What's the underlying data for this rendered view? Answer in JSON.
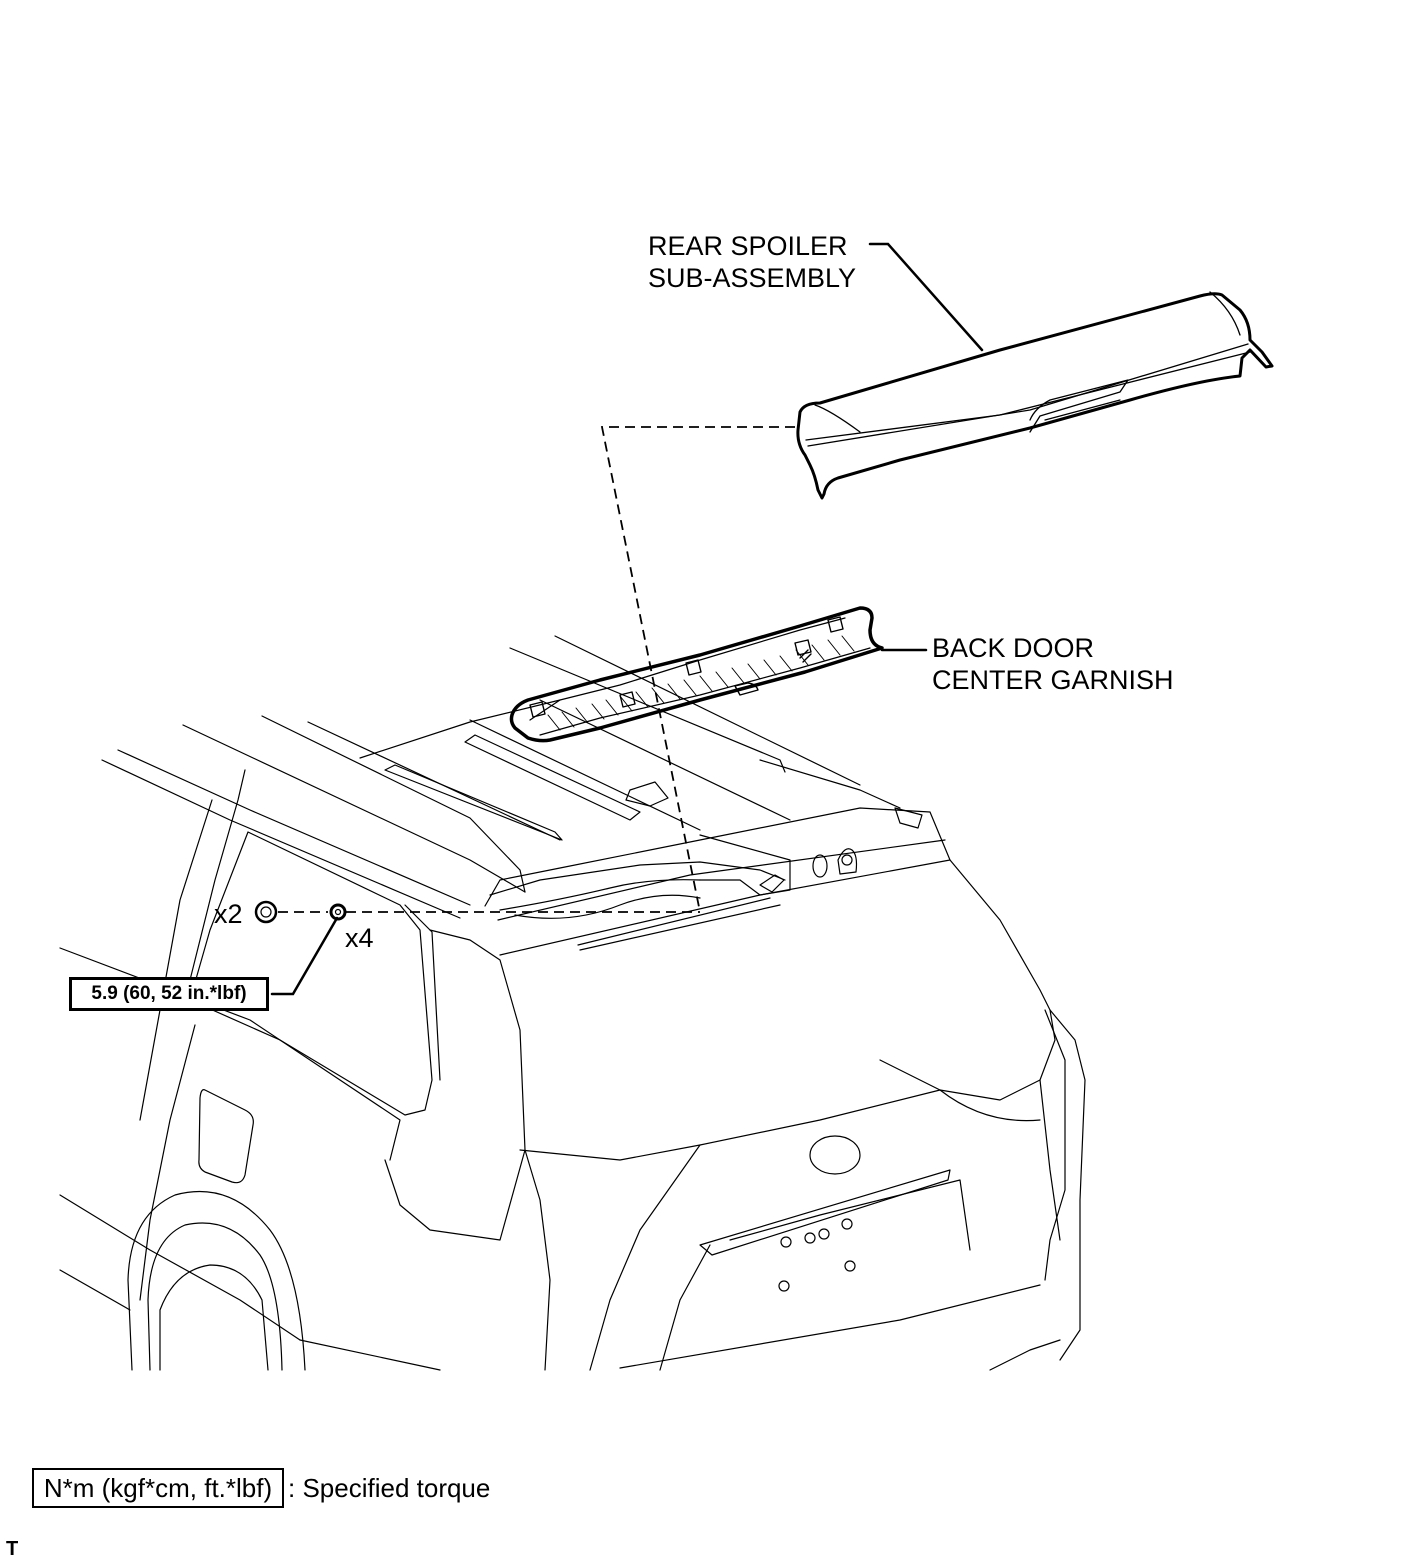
{
  "diagram": {
    "labels": {
      "rear_spoiler_line1": "REAR SPOILER",
      "rear_spoiler_line2": "SUB-ASSEMBLY",
      "back_door_line1": "BACK DOOR",
      "back_door_line2": "CENTER GARNISH",
      "qty_nuts": "x2",
      "qty_screws": "x4"
    },
    "torque_value": "5.9 (60, 52 in.*lbf)",
    "legend": {
      "unit": "N*m (kgf*cm, ft.*lbf)",
      "description": ": Specified torque"
    },
    "corner_mark": "T"
  }
}
